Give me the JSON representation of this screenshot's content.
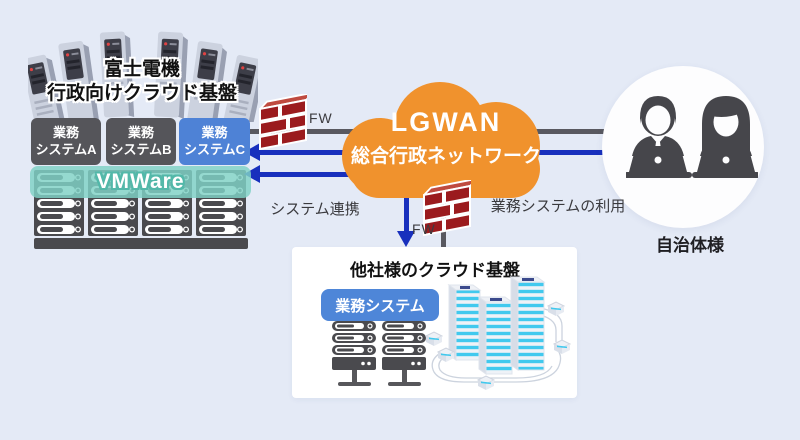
{
  "left_platform": {
    "title_line1": "富士電機",
    "title_line2": "行政向けクラウド基盤",
    "systems": [
      {
        "line1": "業務",
        "line2": "システムA"
      },
      {
        "line1": "業務",
        "line2": "システムB"
      },
      {
        "line1": "業務",
        "line2": "システムC"
      }
    ],
    "vm_label": "VMWare"
  },
  "network_cloud": {
    "name": "LGWAN",
    "subtitle": "総合行政ネットワーク"
  },
  "firewalls": {
    "left_label": "FW",
    "bottom_label": "FW"
  },
  "flow_labels": {
    "system_link": "システム連携",
    "system_use": "業務システムの利用"
  },
  "other_cloud": {
    "title": "他社様のクラウド基盤",
    "system_label": "業務システム"
  },
  "customer": {
    "label": "自治体様"
  },
  "colors": {
    "background": "#e4eaf6",
    "cloud_orange": "#f0922d",
    "arrow_blue": "#1830bd",
    "line_gray": "#595960",
    "firewall_red": "#9b1b1e",
    "system_blue": "#4e82d6",
    "dark_box": "#55555a",
    "vmware_teal": "#80d1c5"
  }
}
